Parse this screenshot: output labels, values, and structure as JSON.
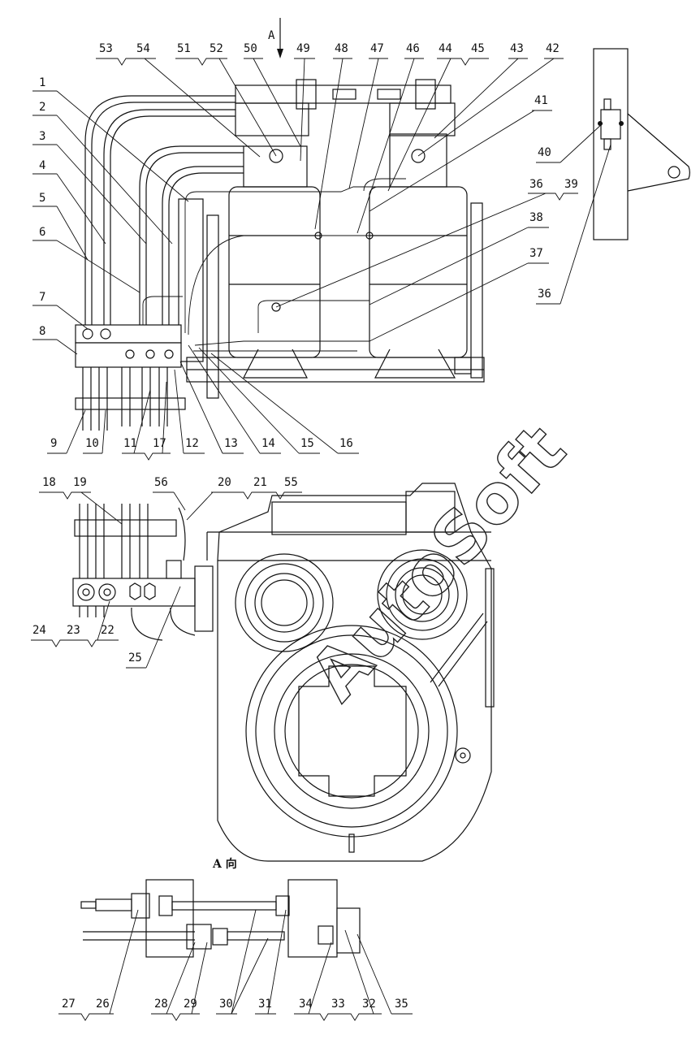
{
  "labels": {
    "n1": "1",
    "n2": "2",
    "n3": "3",
    "n4": "4",
    "n5": "5",
    "n6": "6",
    "n7": "7",
    "n8": "8",
    "n9": "9",
    "n10": "10",
    "n11": "11",
    "n12": "12",
    "n13": "13",
    "n14": "14",
    "n15": "15",
    "n16": "16",
    "n17": "17",
    "n18": "18",
    "n19": "19",
    "n20": "20",
    "n21": "21",
    "n22": "22",
    "n23": "23",
    "n24": "24",
    "n25": "25",
    "n26": "26",
    "n27": "27",
    "n28": "28",
    "n29": "29",
    "n30": "30",
    "n31": "31",
    "n32": "32",
    "n33": "33",
    "n34": "34",
    "n35": "35",
    "n36a": "36",
    "n36b": "36",
    "n37": "37",
    "n38": "38",
    "n39": "39",
    "n40": "40",
    "n41": "41",
    "n42": "42",
    "n43": "43",
    "n44": "44",
    "n45": "45",
    "n46": "46",
    "n47": "47",
    "n48": "48",
    "n49": "49",
    "n50": "50",
    "n51": "51",
    "n52": "52",
    "n53": "53",
    "n54": "54",
    "n55": "55",
    "n56": "56"
  },
  "view_arrow_label": "A",
  "view_caption": "A  向",
  "watermark": "AutoSoft"
}
